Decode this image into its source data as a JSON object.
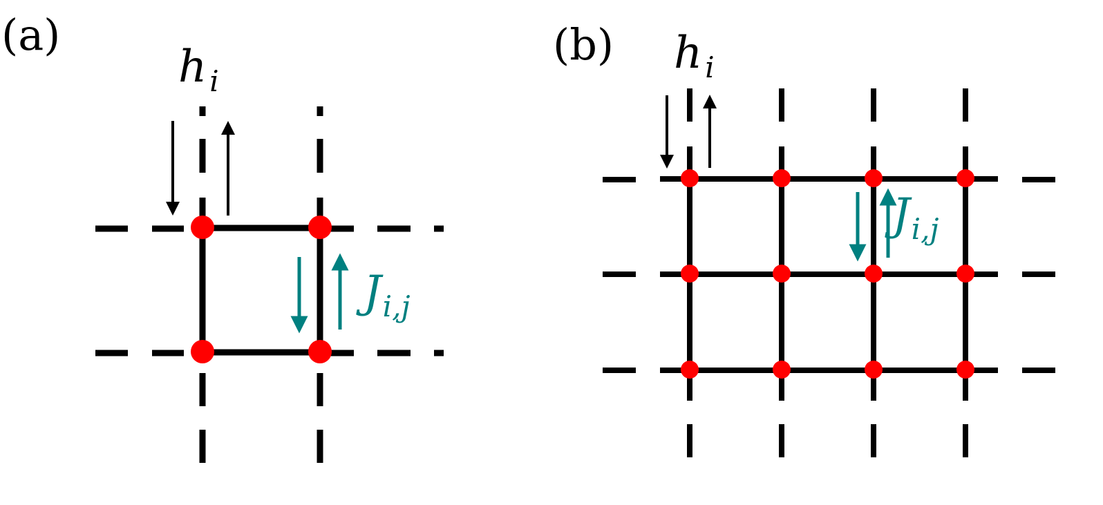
{
  "colors": {
    "lattice": "#000000",
    "site": "#ff0000",
    "field_arrow": "#000000",
    "coupling": "#008080",
    "background": "#ffffff"
  },
  "panels": {
    "a": {
      "tag": "(a)",
      "field_label": {
        "symbol": "h",
        "subscript": "i"
      },
      "coupling_label": {
        "symbol": "J",
        "subscript": "i,j"
      },
      "lattice": "2x2 square plaquette with dashed continuation",
      "sites": 4
    },
    "b": {
      "tag": "(b)",
      "field_label": {
        "symbol": "h",
        "subscript": "i"
      },
      "coupling_label": {
        "symbol": "J",
        "subscript": "i,j"
      },
      "lattice": "4x3 square lattice with dashed continuation",
      "sites": 12
    }
  }
}
